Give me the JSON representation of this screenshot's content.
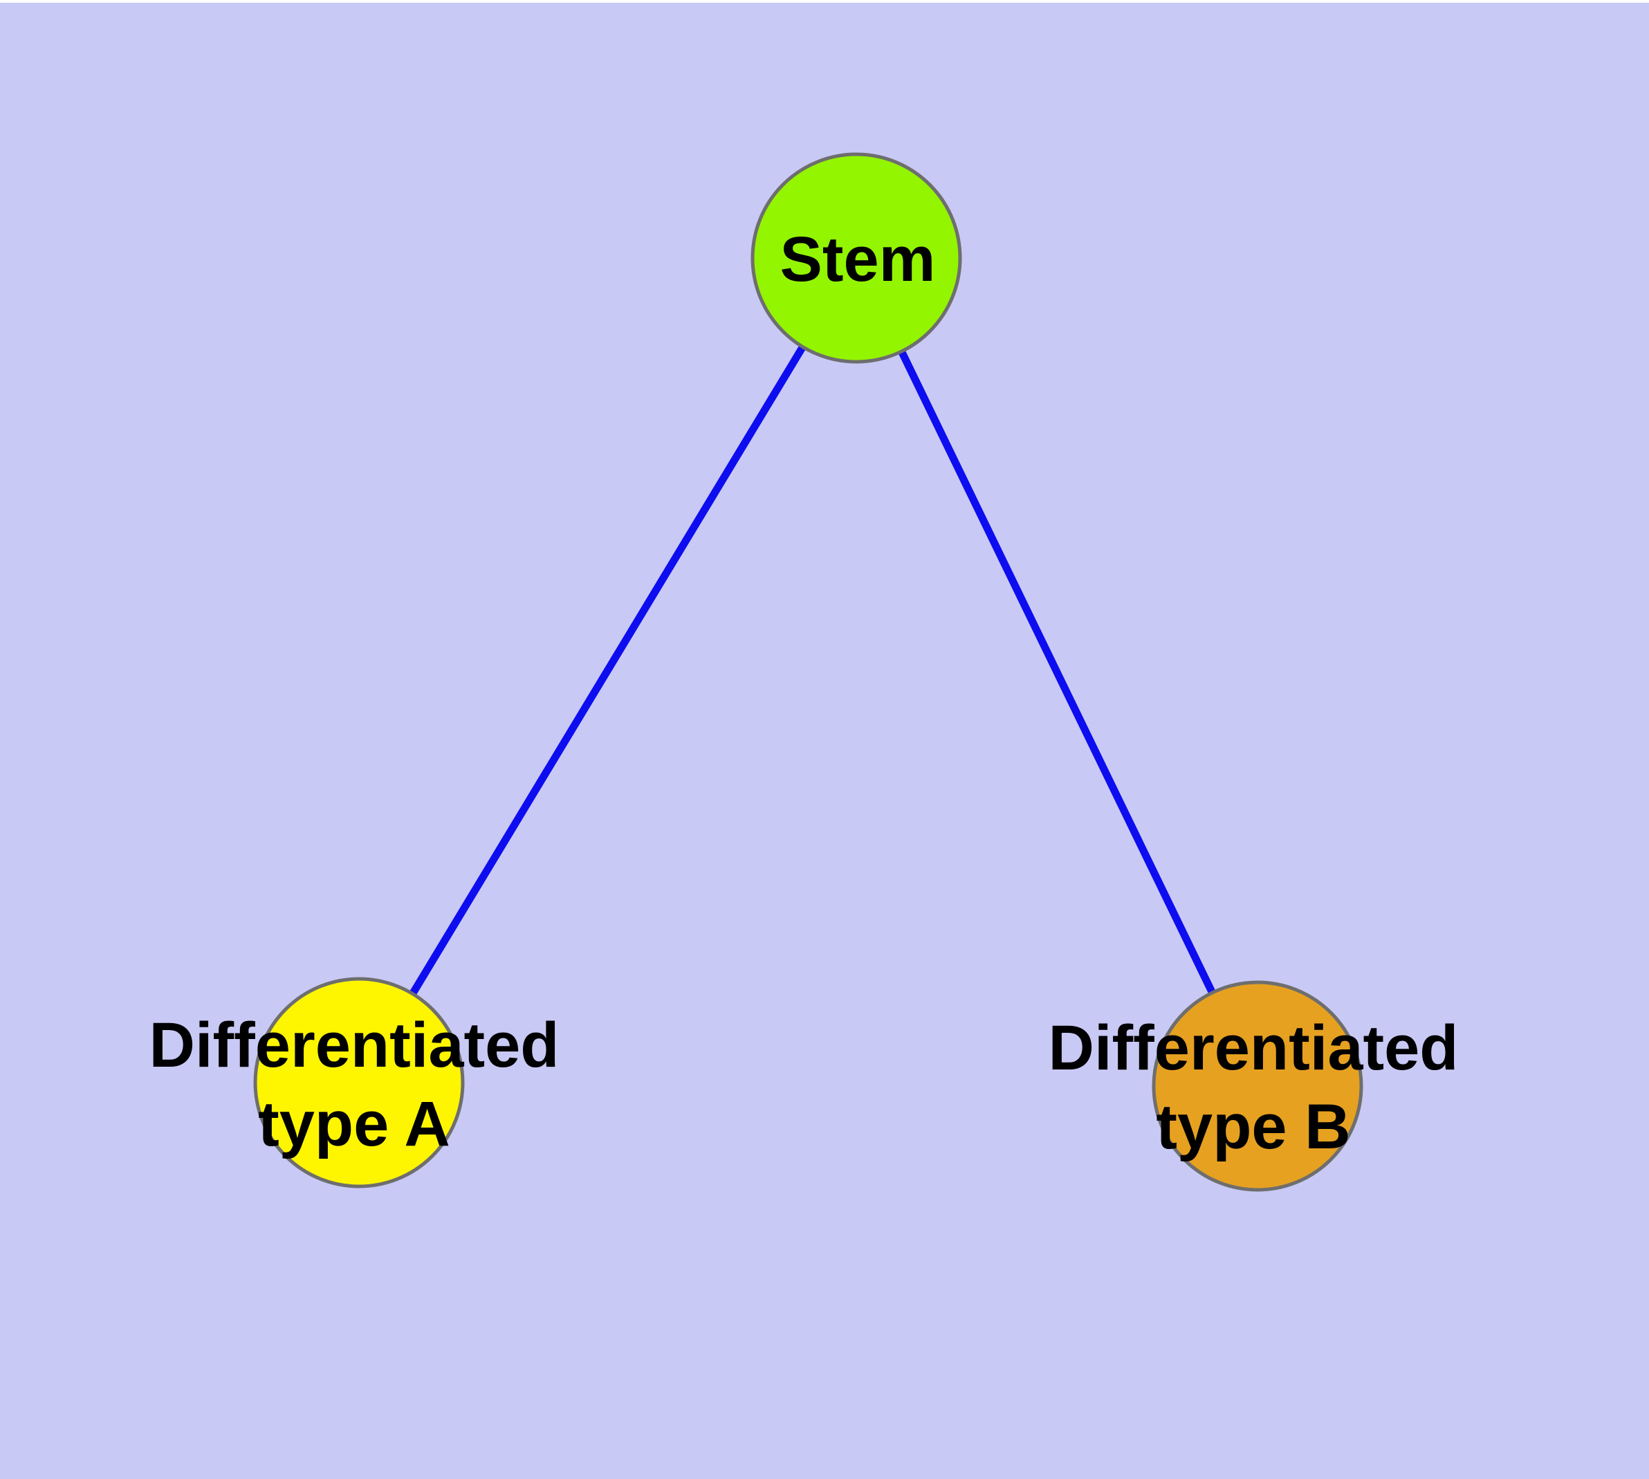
{
  "diagram": {
    "page_background": "#FFFFFF",
    "background_color": "#C9C9F5",
    "edge_color": "#0D0DF0",
    "node_border_color": "#6E6E6E",
    "label_color": "#000000",
    "nodes": [
      {
        "id": "stem",
        "label": "Stem",
        "fill": "#93F500"
      },
      {
        "id": "differentiated-type-a",
        "label": "Differentiated\ntype A",
        "fill": "#FEF500"
      },
      {
        "id": "differentiated-type-b",
        "label": "Differentiated\ntype B",
        "fill": "#E7A120"
      }
    ],
    "edges": [
      {
        "from": "stem",
        "to": "differentiated-type-a"
      },
      {
        "from": "stem",
        "to": "differentiated-type-b"
      }
    ]
  }
}
